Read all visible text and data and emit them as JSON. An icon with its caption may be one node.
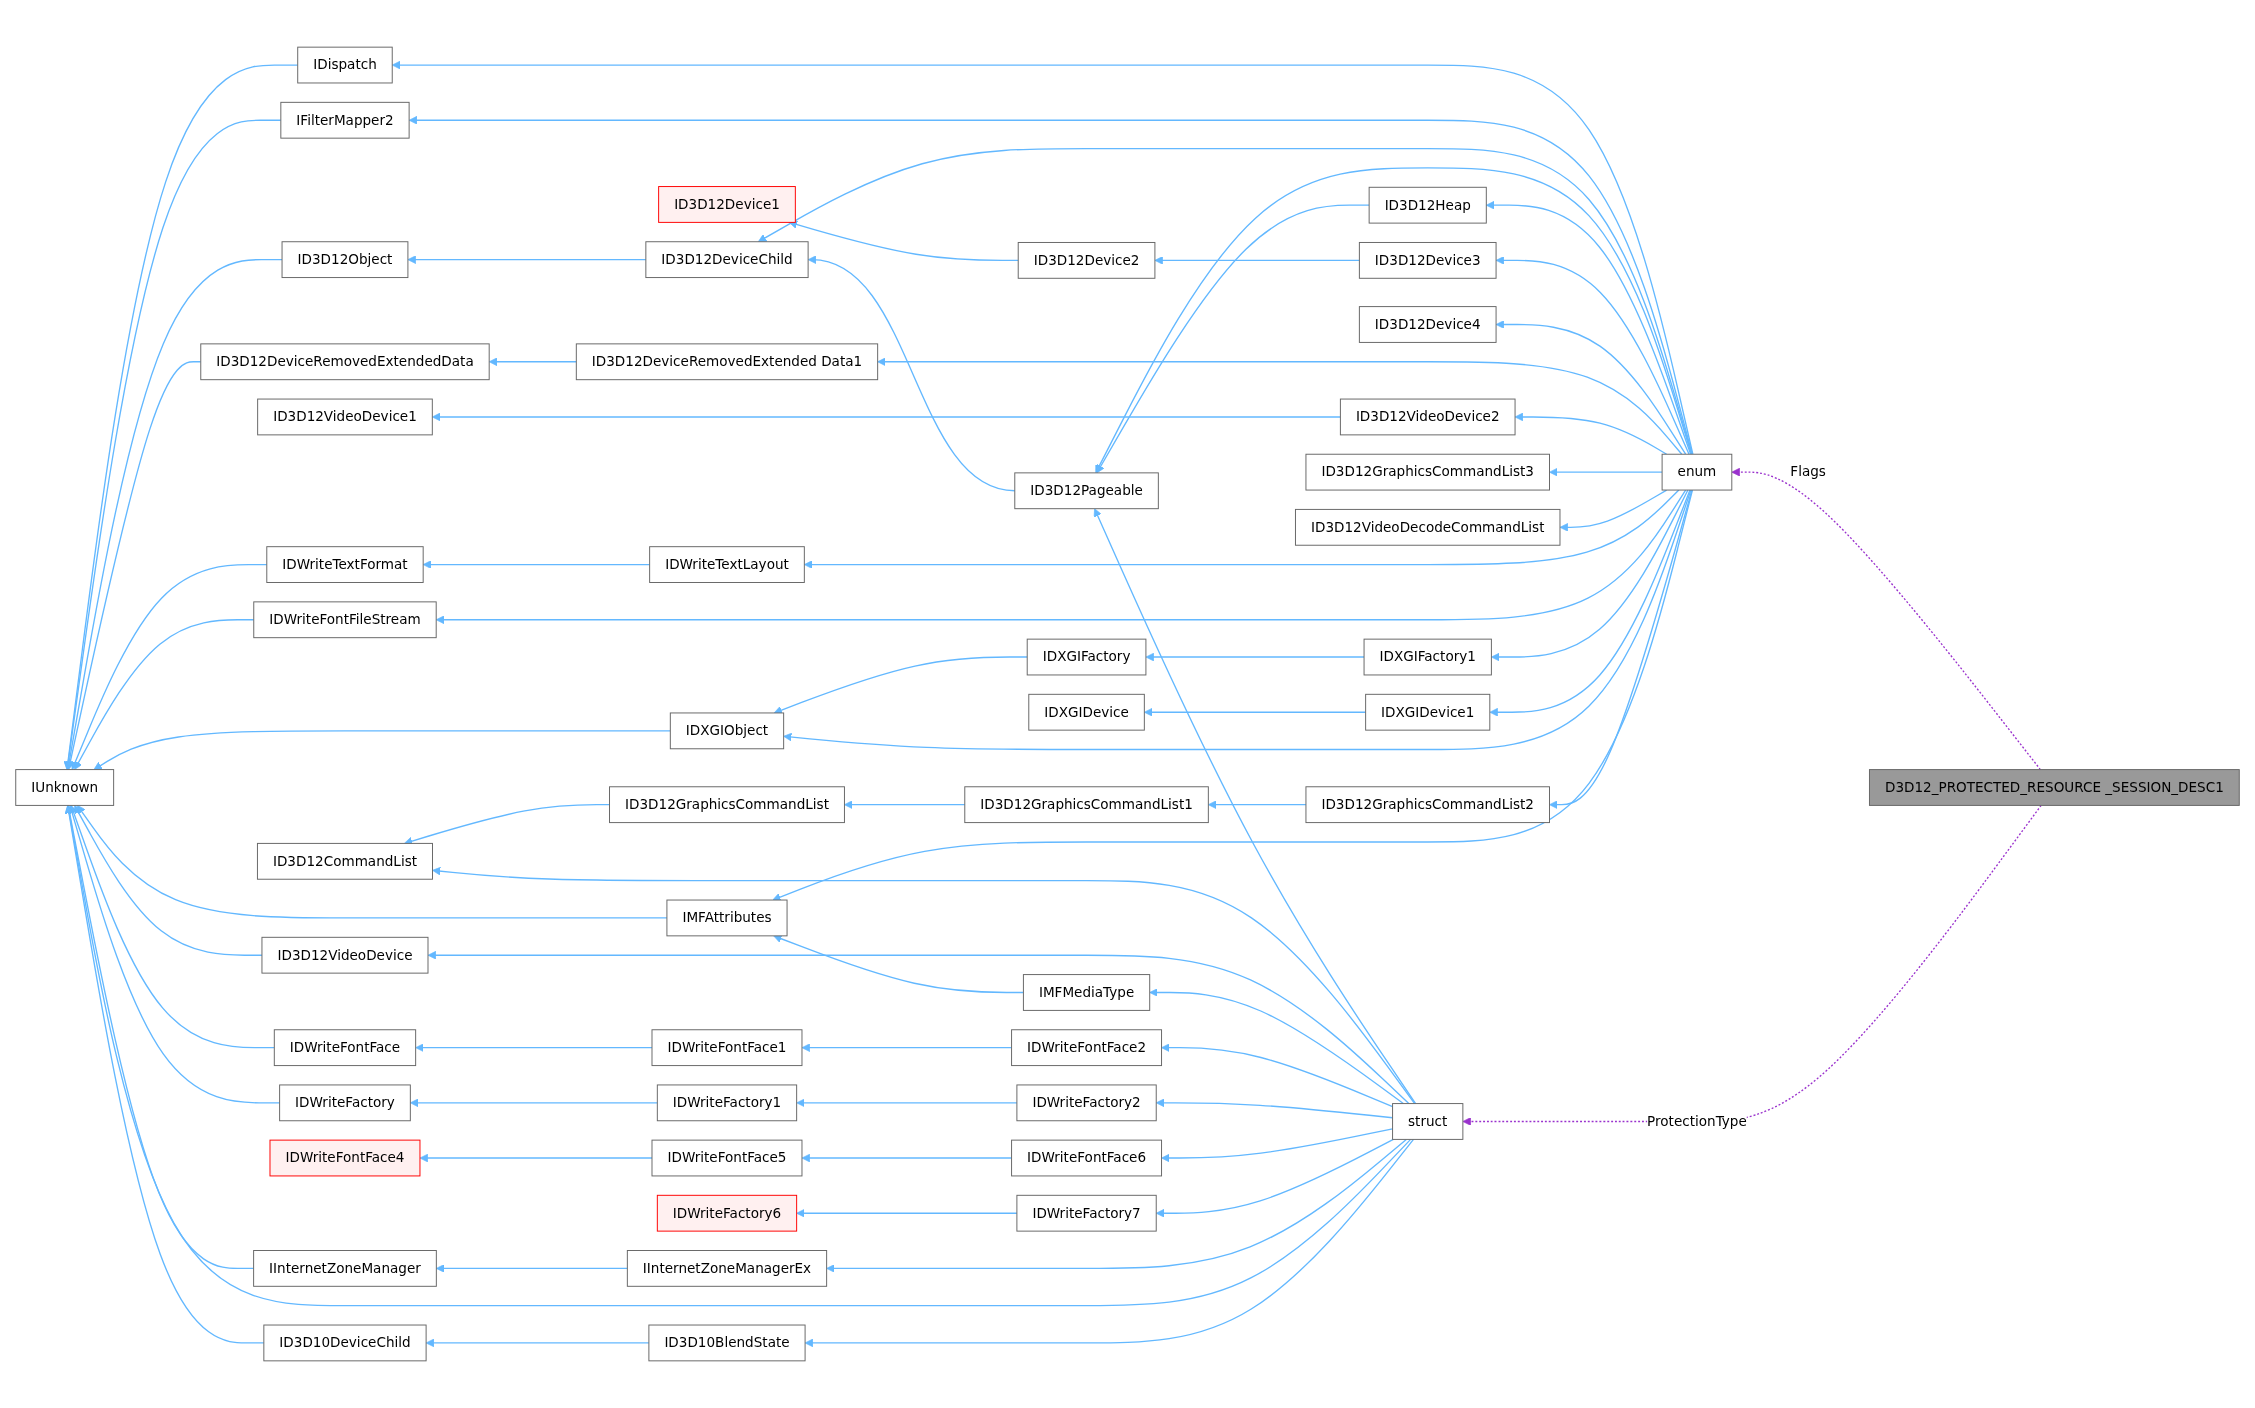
{
  "diagram": {
    "nodes": [
      {
        "text": [
          "IUnknown"
        ]
      },
      {
        "text": [
          "IDispatch"
        ]
      },
      {
        "text": [
          "IFilterMapper2"
        ]
      },
      {
        "text": [
          "ID3D12Object"
        ]
      },
      {
        "text": [
          "ID3D12DeviceRemovedExtendedData"
        ]
      },
      {
        "text": [
          "IDWriteTextFormat"
        ]
      },
      {
        "text": [
          "ID3D12CommandList"
        ]
      },
      {
        "text": [
          "IDWriteFontFace"
        ]
      },
      {
        "text": [
          "IDWriteFactory"
        ]
      },
      {
        "text": [
          "IDWriteFontFace4"
        ]
      },
      {
        "text": [
          "IInternetZoneManager"
        ]
      },
      {
        "text": [
          "ID3D10DeviceChild"
        ]
      },
      {
        "text": [
          "ID3D12DeviceChild"
        ]
      },
      {
        "text": [
          "ID3D12Device1"
        ]
      },
      {
        "text": [
          "IDXGIObject"
        ]
      },
      {
        "text": [
          "ID3D12GraphicsCommandList"
        ]
      },
      {
        "text": [
          "ID3D12VideoDevice"
        ]
      },
      {
        "text": [
          "IMFAttributes"
        ]
      },
      {
        "text": [
          "IDWriteFontFace1"
        ]
      },
      {
        "text": [
          "IDWriteFactory1"
        ]
      },
      {
        "text": [
          "IDWriteFontFace5"
        ]
      },
      {
        "text": [
          "IDWriteFactory6"
        ]
      },
      {
        "text": [
          "IInternetZoneManagerEx"
        ]
      },
      {
        "text": [
          "ID3D10BlendState"
        ]
      },
      {
        "text": [
          "ID3D12Pageable"
        ]
      },
      {
        "text": [
          "ID3D12Device2"
        ]
      },
      {
        "text": [
          "ID3D12VideoDevice1"
        ]
      },
      {
        "text": [
          "IDXGIFactory"
        ]
      },
      {
        "text": [
          "IDXGIDevice"
        ]
      },
      {
        "text": [
          "ID3D12GraphicsCommandList1"
        ]
      },
      {
        "text": [
          "IMFMediaType"
        ]
      },
      {
        "text": [
          "IDWriteFontFace2"
        ]
      },
      {
        "text": [
          "IDWriteFactory2"
        ]
      },
      {
        "text": [
          "IDWriteFontFace6"
        ]
      },
      {
        "text": [
          "IDWriteFactory7"
        ]
      },
      {
        "text": [
          "ID3D12DeviceRemovedExtended Data1"
        ]
      },
      {
        "text": [
          "IDWriteTextLayout"
        ]
      },
      {
        "text": [
          "IDWriteFontFileStream"
        ]
      },
      {
        "text": [
          "ID3D12Heap"
        ]
      },
      {
        "text": [
          "ID3D12Device3"
        ]
      },
      {
        "text": [
          "ID3D12Device4"
        ]
      },
      {
        "text": [
          "ID3D12VideoDevice2"
        ]
      },
      {
        "text": [
          "ID3D12GraphicsCommandList3"
        ]
      },
      {
        "text": [
          "ID3D12VideoDecodeCommandList"
        ]
      },
      {
        "text": [
          "IDXGIFactory1"
        ]
      },
      {
        "text": [
          "IDXGIDevice1"
        ]
      },
      {
        "text": [
          "ID3D12GraphicsCommandList2"
        ]
      },
      {
        "text": [
          "struct"
        ]
      },
      {
        "text": [
          "enum"
        ]
      },
      {
        "text": [
          "D3D12_PROTECTED_RESOURCE _SESSION_DESC1"
        ]
      }
    ],
    "edges": [
      {
        "from": 48,
        "to": 1,
        "arrow": "to"
      },
      {
        "from": 1,
        "to": 0,
        "arrow": "to"
      },
      {
        "from": 48,
        "to": 2,
        "arrow": "to"
      },
      {
        "from": 2,
        "to": 0,
        "arrow": "to"
      },
      {
        "from": 48,
        "to": 12,
        "arrow": "to"
      },
      {
        "from": 24,
        "to": 12,
        "arrow": "to"
      },
      {
        "from": 12,
        "to": 3,
        "arrow": "to"
      },
      {
        "from": 3,
        "to": 0,
        "arrow": "to"
      },
      {
        "from": 25,
        "to": 13,
        "arrow": "to"
      },
      {
        "from": 38,
        "to": 24,
        "arrow": "to"
      },
      {
        "from": 48,
        "to": 24,
        "arrow": "to"
      },
      {
        "from": 47,
        "to": 24,
        "arrow": "to"
      },
      {
        "from": 48,
        "to": 38,
        "arrow": "to"
      },
      {
        "from": 39,
        "to": 25,
        "arrow": "to"
      },
      {
        "from": 48,
        "to": 39,
        "arrow": "to"
      },
      {
        "from": 48,
        "to": 40,
        "arrow": "to"
      },
      {
        "from": 35,
        "to": 4,
        "arrow": "to"
      },
      {
        "from": 48,
        "to": 35,
        "arrow": "to"
      },
      {
        "from": 4,
        "to": 0,
        "arrow": "to"
      },
      {
        "from": 41,
        "to": 26,
        "arrow": "to"
      },
      {
        "from": 48,
        "to": 41,
        "arrow": "to"
      },
      {
        "from": 48,
        "to": 42,
        "arrow": "to"
      },
      {
        "from": 48,
        "to": 43,
        "arrow": "to"
      },
      {
        "from": 36,
        "to": 5,
        "arrow": "to"
      },
      {
        "from": 48,
        "to": 36,
        "arrow": "to"
      },
      {
        "from": 5,
        "to": 0,
        "arrow": "to"
      },
      {
        "from": 37,
        "to": 0,
        "arrow": "to"
      },
      {
        "from": 48,
        "to": 37,
        "arrow": "to"
      },
      {
        "from": 44,
        "to": 27,
        "arrow": "to"
      },
      {
        "from": 48,
        "to": 44,
        "arrow": "to"
      },
      {
        "from": 27,
        "to": 14,
        "arrow": "to"
      },
      {
        "from": 45,
        "to": 28,
        "arrow": "to"
      },
      {
        "from": 48,
        "to": 45,
        "arrow": "to"
      },
      {
        "from": 14,
        "to": 0,
        "arrow": "to"
      },
      {
        "from": 48,
        "to": 14,
        "arrow": "to"
      },
      {
        "from": 15,
        "to": 6,
        "arrow": "to"
      },
      {
        "from": 29,
        "to": 15,
        "arrow": "to"
      },
      {
        "from": 46,
        "to": 29,
        "arrow": "to"
      },
      {
        "from": 48,
        "to": 46,
        "arrow": "to"
      },
      {
        "from": 47,
        "to": 6,
        "arrow": "to"
      },
      {
        "from": 16,
        "to": 0,
        "arrow": "to"
      },
      {
        "from": 47,
        "to": 16,
        "arrow": "to"
      },
      {
        "from": 17,
        "to": 0,
        "arrow": "to"
      },
      {
        "from": 48,
        "to": 17,
        "arrow": "to"
      },
      {
        "from": 30,
        "to": 17,
        "arrow": "to"
      },
      {
        "from": 47,
        "to": 30,
        "arrow": "to"
      },
      {
        "from": 7,
        "to": 0,
        "arrow": "to"
      },
      {
        "from": 18,
        "to": 7,
        "arrow": "to"
      },
      {
        "from": 31,
        "to": 18,
        "arrow": "to"
      },
      {
        "from": 47,
        "to": 31,
        "arrow": "to"
      },
      {
        "from": 8,
        "to": 0,
        "arrow": "to"
      },
      {
        "from": 19,
        "to": 8,
        "arrow": "to"
      },
      {
        "from": 32,
        "to": 19,
        "arrow": "to"
      },
      {
        "from": 47,
        "to": 32,
        "arrow": "to"
      },
      {
        "from": 20,
        "to": 9,
        "arrow": "to"
      },
      {
        "from": 33,
        "to": 20,
        "arrow": "to"
      },
      {
        "from": 47,
        "to": 33,
        "arrow": "to"
      },
      {
        "from": 34,
        "to": 21,
        "arrow": "to"
      },
      {
        "from": 47,
        "to": 34,
        "arrow": "to"
      },
      {
        "from": 10,
        "to": 0,
        "arrow": "to"
      },
      {
        "from": 22,
        "to": 10,
        "arrow": "to"
      },
      {
        "from": 47,
        "to": 22,
        "arrow": "to"
      },
      {
        "from": 47,
        "to": 0,
        "arrow": "to"
      },
      {
        "from": 11,
        "to": 0,
        "arrow": "to"
      },
      {
        "from": 23,
        "to": 11,
        "arrow": "to"
      },
      {
        "from": 47,
        "to": 23,
        "arrow": "to"
      },
      {
        "from": 49,
        "to": 48,
        "arrow": "to",
        "label": "Flags",
        "style": "dashed",
        "color": "#9a32cd"
      },
      {
        "from": 49,
        "to": 47,
        "arrow": "to",
        "label": "ProtectionType",
        "style": "dashed",
        "color": "#9a32cd"
      }
    ]
  }
}
